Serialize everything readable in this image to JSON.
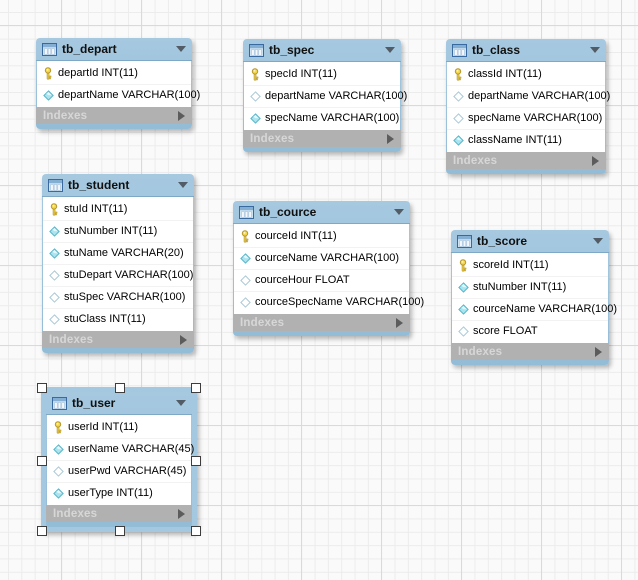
{
  "diagram": {
    "indexes_label": "Indexes",
    "colors": {
      "canvas_bg": "#fafafa",
      "grid_minor": "#ececec",
      "grid_major": "#dadada",
      "table_header_blue": "#99c0da",
      "rows_bg": "#ffffff",
      "indexes_bar": "#b1b1b1",
      "indexes_text": "#d7d7d7",
      "selection_frame": "#a3c8e0",
      "primary_key_yellow": "#f3d64a",
      "notnull_diamond_cyan": "#a9e4ef"
    },
    "tables": [
      {
        "name": "tb_depart",
        "selected": false,
        "columns": [
          {
            "icon": "primary-key",
            "label": "departId INT(11)"
          },
          {
            "icon": "diamond-filled",
            "label": "departName VARCHAR(100)"
          }
        ]
      },
      {
        "name": "tb_spec",
        "selected": false,
        "columns": [
          {
            "icon": "primary-key",
            "label": "specId INT(11)"
          },
          {
            "icon": "diamond-outline",
            "label": "departName VARCHAR(100)"
          },
          {
            "icon": "diamond-filled",
            "label": "specName VARCHAR(100)"
          }
        ]
      },
      {
        "name": "tb_class",
        "selected": false,
        "columns": [
          {
            "icon": "primary-key",
            "label": "classId INT(11)"
          },
          {
            "icon": "diamond-outline",
            "label": "departName VARCHAR(100)"
          },
          {
            "icon": "diamond-outline",
            "label": "specName VARCHAR(100)"
          },
          {
            "icon": "diamond-filled",
            "label": "className INT(11)"
          }
        ]
      },
      {
        "name": "tb_student",
        "selected": false,
        "columns": [
          {
            "icon": "primary-key",
            "label": "stuId INT(11)"
          },
          {
            "icon": "diamond-filled",
            "label": "stuNumber INT(11)"
          },
          {
            "icon": "diamond-filled",
            "label": "stuName VARCHAR(20)"
          },
          {
            "icon": "diamond-outline",
            "label": "stuDepart VARCHAR(100)"
          },
          {
            "icon": "diamond-outline",
            "label": "stuSpec VARCHAR(100)"
          },
          {
            "icon": "diamond-outline",
            "label": "stuClass INT(11)"
          }
        ]
      },
      {
        "name": "tb_cource",
        "selected": false,
        "columns": [
          {
            "icon": "primary-key",
            "label": "courceId INT(11)"
          },
          {
            "icon": "diamond-filled",
            "label": "courceName VARCHAR(100)"
          },
          {
            "icon": "diamond-outline",
            "label": "courceHour FLOAT"
          },
          {
            "icon": "diamond-outline",
            "label": "courceSpecName VARCHAR(100)"
          }
        ]
      },
      {
        "name": "tb_score",
        "selected": false,
        "columns": [
          {
            "icon": "primary-key",
            "label": "scoreId INT(11)"
          },
          {
            "icon": "diamond-filled",
            "label": "stuNumber INT(11)"
          },
          {
            "icon": "diamond-filled",
            "label": "courceName VARCHAR(100)"
          },
          {
            "icon": "diamond-outline",
            "label": "score FLOAT"
          }
        ]
      },
      {
        "name": "tb_user",
        "selected": true,
        "columns": [
          {
            "icon": "primary-key",
            "label": "userId INT(11)"
          },
          {
            "icon": "diamond-filled",
            "label": "userName VARCHAR(45)"
          },
          {
            "icon": "diamond-outline",
            "label": "userPwd VARCHAR(45)"
          },
          {
            "icon": "diamond-filled",
            "label": "userType INT(11)"
          }
        ]
      }
    ]
  }
}
